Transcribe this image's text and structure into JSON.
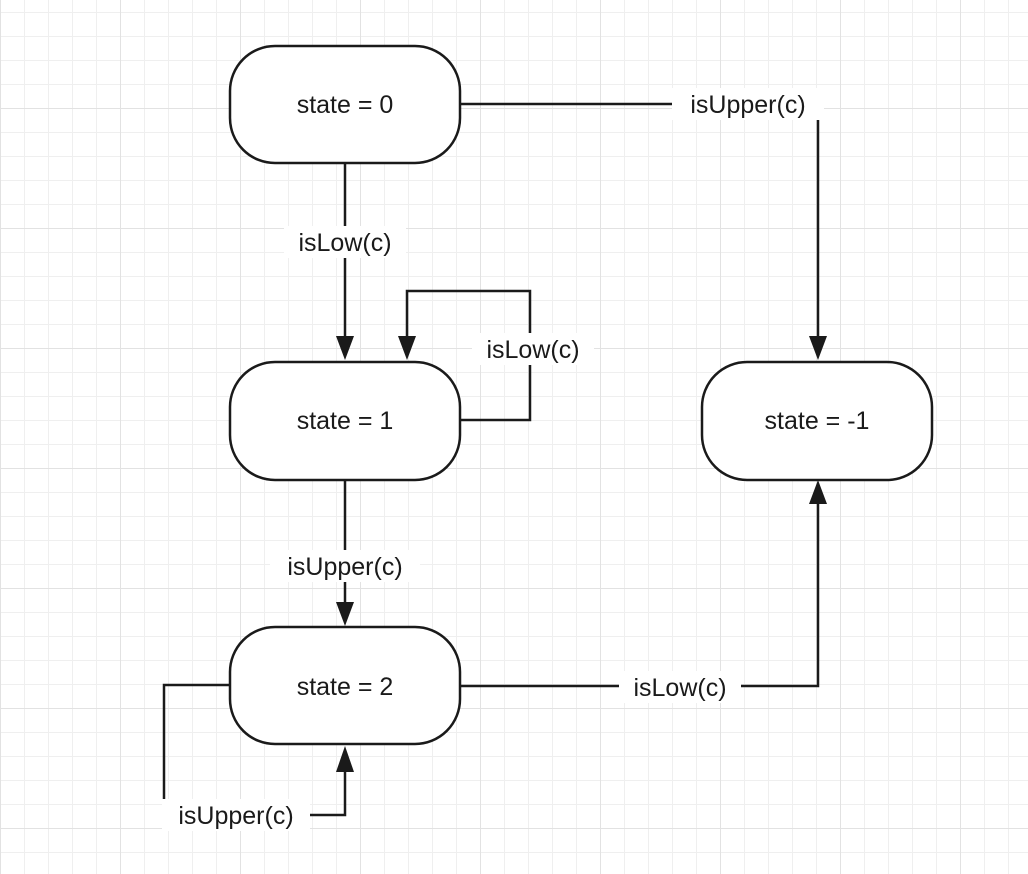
{
  "nodes": {
    "s0": {
      "label": "state = 0"
    },
    "s1": {
      "label": "state = 1"
    },
    "s2": {
      "label": "state = 2"
    },
    "sneg": {
      "label": "state = -1"
    }
  },
  "edges": {
    "s0_to_sneg": {
      "label": "isUpper(c)"
    },
    "s0_to_s1": {
      "label": "isLow(c)"
    },
    "s1_self": {
      "label": "isLow(c)"
    },
    "s1_to_s2": {
      "label": "isUpper(c)"
    },
    "s2_to_sneg": {
      "label": "isLow(c)"
    },
    "s2_self": {
      "label": "isUpper(c)"
    }
  }
}
